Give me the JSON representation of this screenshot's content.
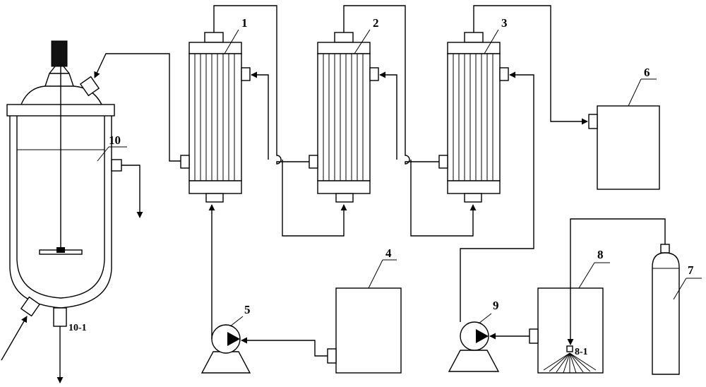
{
  "labels": {
    "condenser_1": "1",
    "condenser_2": "2",
    "condenser_3": "3",
    "tank_4": "4",
    "pump_5": "5",
    "tank_6": "6",
    "cylinder_7": "7",
    "tank_8": "8",
    "nozzle_8_1": "8-1",
    "pump_9": "9",
    "reactor_10": "10",
    "outlet_10_1": "10-1"
  }
}
